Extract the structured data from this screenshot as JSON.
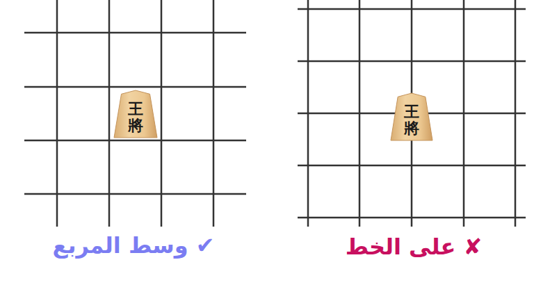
{
  "diagram": {
    "nodes": [
      {
        "text": [
          "王將"
        ]
      },
      {
        "text": [
          "王將"
        ]
      }
    ],
    "labels": [
      "✔ وسط المربع",
      "✘ على الخط"
    ]
  }
}
